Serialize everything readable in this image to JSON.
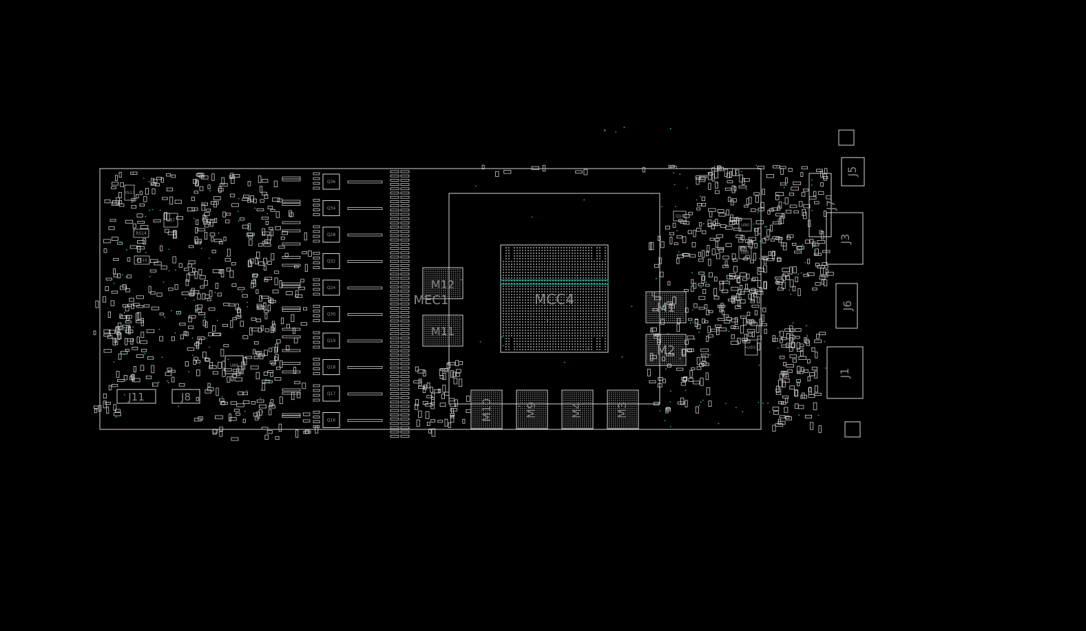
{
  "viewer": {
    "background": "#000000",
    "line_color": "#d8d8d8",
    "label_color": "#8a8a8a",
    "accent_color": "#2fb3a8"
  },
  "labels": {
    "gpu": "MCC4",
    "mec": "MEC1",
    "m12": "M12",
    "m11": "M11",
    "m1": "M1",
    "m2": "M2",
    "m10": "M10",
    "m9": "M9",
    "m4": "M4",
    "m3": "M3",
    "j11": "J11",
    "j8": "J8",
    "j7": "J7",
    "j5": "J5",
    "j3": "J3",
    "j6": "J6",
    "j1": "J1",
    "u89": "U89"
  },
  "vrm_labels": [
    "Q36",
    "Q34",
    "Q28",
    "Q32",
    "Q24",
    "Q30",
    "Q19",
    "Q18",
    "Q17",
    "Q16"
  ],
  "small_labels": [
    "R513",
    "R514",
    "R515",
    "U87",
    "Q18",
    "U90",
    "U95",
    "U93"
  ]
}
